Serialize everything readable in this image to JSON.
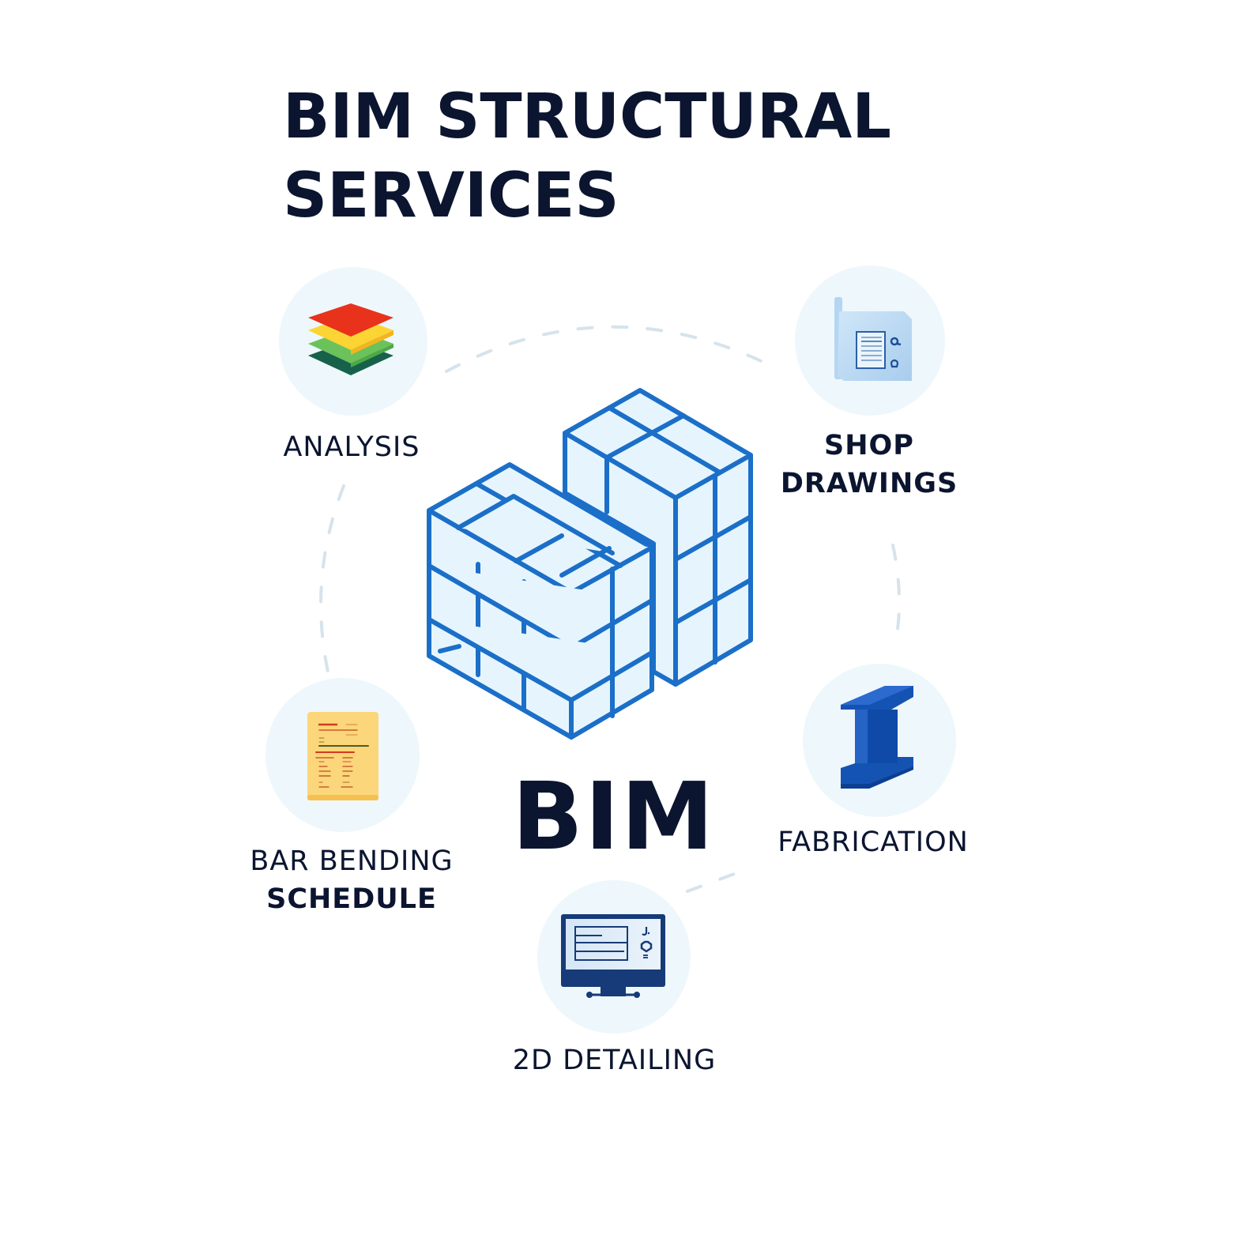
{
  "title": {
    "line1": "BIM STRUCTURAL",
    "line2": "SERVICES"
  },
  "center": {
    "label": "BIM",
    "icon": "building-blocks-icon"
  },
  "services": [
    {
      "id": "analysis",
      "label_lines": [
        "ANALYSIS"
      ],
      "icon": "layers-stack-icon"
    },
    {
      "id": "shop-drawings",
      "label_lines": [
        "SHOP",
        "DRAWINGS"
      ],
      "icon": "blueprint-document-icon"
    },
    {
      "id": "fabrication",
      "label_lines": [
        "FABRICATION"
      ],
      "icon": "steel-i-beam-icon"
    },
    {
      "id": "2d-detailing",
      "label_lines": [
        "2D DETAILING"
      ],
      "icon": "monitor-drawing-icon"
    },
    {
      "id": "bar-bending-schedule",
      "label_lines": [
        "BAR BENDING",
        "SCHEDULE"
      ],
      "icon": "schedule-sheet-icon"
    }
  ],
  "colors": {
    "text": "#0b1530",
    "bubble": "#eef7fc",
    "building_stroke": "#1b6fc8",
    "building_fill": "#e6f5fd",
    "ring_dash": "#d6e3ec",
    "analysis_layers": [
      "#e8321b",
      "#fcd535",
      "#6cc25a",
      "#17614a"
    ],
    "beam": "#0f4aa8",
    "monitor": "#163b78",
    "sheet": "#fcd67a"
  }
}
